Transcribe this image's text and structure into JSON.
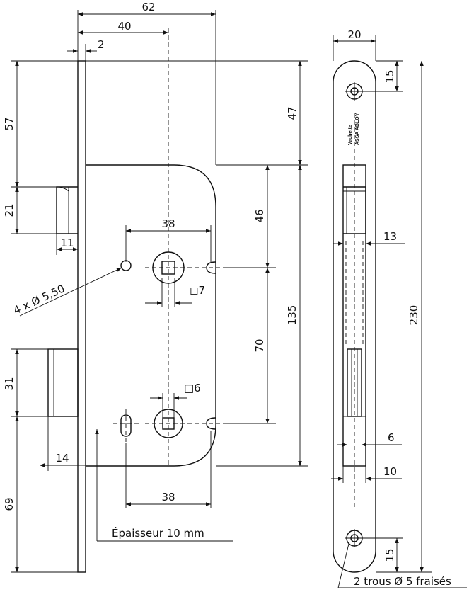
{
  "side_view": {
    "dims": {
      "width_total": "62",
      "backset": "40",
      "faceplate_thickness": "2",
      "top_to_latch": "57",
      "latch_height": "21",
      "latch_projection": "11",
      "top_to_case": "47",
      "follower_spacing": "38",
      "follower_to_top": "46",
      "follower_square": "◻7",
      "case_height": "135",
      "spindle_distance": "70",
      "bolt_height": "31",
      "cylinder_square": "□6",
      "bolt_projection": "14",
      "bottom_to_bolt": "69",
      "cylinder_spacing": "38"
    },
    "holes_label": "4 x Ø 5,50",
    "thickness_label": "Épaisseur 10 mm"
  },
  "front_view": {
    "dims": {
      "plate_width": "20",
      "screw_top": "15",
      "latch_width": "13",
      "plate_height": "230",
      "bolt_width": "6",
      "case_width": "10",
      "screw_bottom": "15"
    },
    "brand_primary": "Vachette",
    "brand_secondary": "ASSA ABLOY",
    "screws_label": "2 trous Ø 5 fraisés"
  }
}
